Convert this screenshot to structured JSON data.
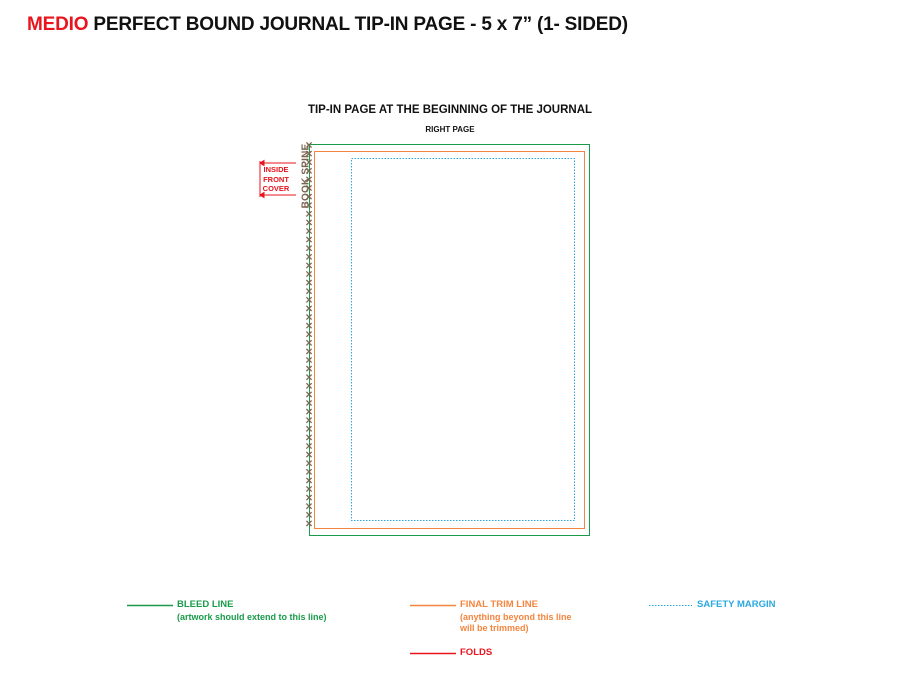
{
  "header": {
    "brand": "MEDIO",
    "title": "PERFECT BOUND JOURNAL TIP-IN PAGE - 5 x 7” (1- SIDED)"
  },
  "diagram": {
    "section_title": "TIP-IN PAGE AT THE BEGINNING OF THE JOURNAL",
    "page_side": "RIGHT PAGE",
    "spine_label": "BOOK SPINE",
    "inside_cover_lines": [
      "INSIDE",
      "FRONT",
      "COVER"
    ],
    "colors": {
      "bleed": "#1a9b4b",
      "trim": "#f4853f",
      "safety": "#2aa9df",
      "fold": "#e8141e",
      "spine": "#7a6450"
    }
  },
  "legend": {
    "bleed": {
      "label": "BLEED LINE",
      "note": "(artwork should extend to this line)"
    },
    "trim": {
      "label": "FINAL TRIM LINE",
      "note_lines": [
        "(anything beyond this line",
        "will be trimmed)"
      ]
    },
    "safety": {
      "label": "SAFETY MARGIN"
    },
    "folds": {
      "label": "FOLDS"
    }
  }
}
